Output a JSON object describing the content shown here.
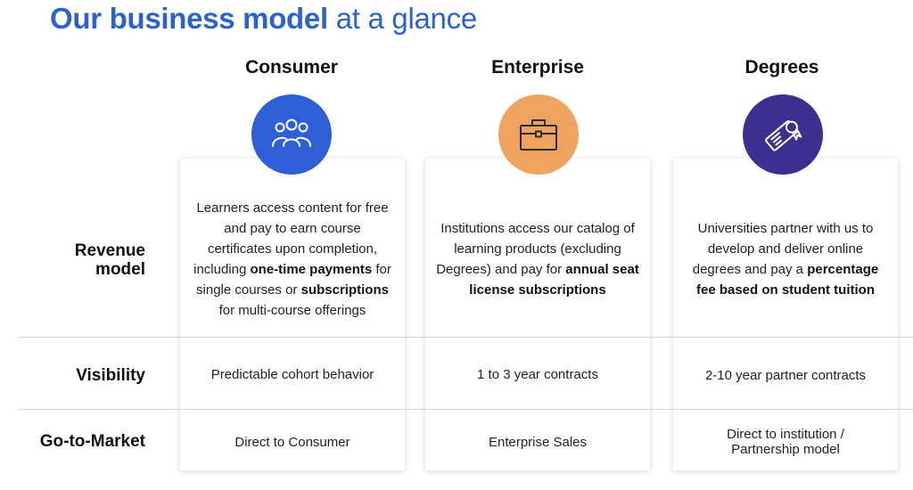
{
  "title": {
    "bold": "Our business model",
    "rest": " at a glance"
  },
  "colors": {
    "title": "#2a62cf",
    "consumer": "#2f5fd6",
    "enterprise": "#f0a35e",
    "degrees": "#3b2f8f"
  },
  "columns": [
    {
      "name": "Consumer",
      "icon": "people-icon",
      "revenue": [
        "Learners access content for free and pay to earn course certificates upon completion, including ",
        "one-time payments",
        " for single courses or ",
        "subscriptions",
        " for multi-course offerings"
      ],
      "visibility": "Predictable cohort behavior",
      "gtm": "Direct to Consumer"
    },
    {
      "name": "Enterprise",
      "icon": "briefcase-icon",
      "revenue": [
        "Institutions access our catalog of learning products (excluding Degrees) and pay for ",
        "annual seat license subscriptions"
      ],
      "visibility": "1 to 3 year contracts",
      "gtm": "Enterprise Sales"
    },
    {
      "name": "Degrees",
      "icon": "diploma-icon",
      "revenue": [
        "Universities partner with us to develop and deliver online degrees and pay a ",
        "percentage fee based on student tuition"
      ],
      "visibility": "2-10 year partner contracts",
      "gtm": [
        "Direct to institution /",
        "Partnership model"
      ]
    }
  ],
  "rows": {
    "revenue": [
      "Revenue",
      "model"
    ],
    "visibility": "Visibility",
    "gtm": "Go-to-Market"
  }
}
